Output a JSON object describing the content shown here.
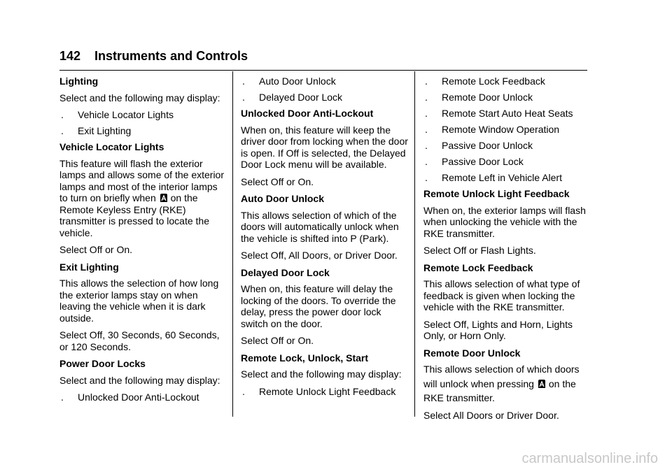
{
  "header": {
    "page_number": "142",
    "title": "Instruments and Controls"
  },
  "col1": {
    "h1": "Lighting",
    "p1": "Select and the following may display:",
    "b1": "Vehicle Locator Lights",
    "b2": "Exit Lighting",
    "h2": "Vehicle Locator Lights",
    "p2a": "This feature will flash the exterior lamps and allows some of the exterior lamps and most of the interior lamps to turn on briefly when",
    "p2b": "on the Remote Keyless Entry (RKE) transmitter is pressed to locate the vehicle.",
    "p3": "Select Off or On.",
    "h3": "Exit Lighting",
    "p4": "This allows the selection of how long the exterior lamps stay on when leaving the vehicle when it is dark outside.",
    "p5": "Select Off, 30 Seconds, 60 Seconds, or 120 Seconds.",
    "h4": "Power Door Locks",
    "p6": "Select and the following may display:",
    "b3": "Unlocked Door Anti-Lockout"
  },
  "col2": {
    "b1": "Auto Door Unlock",
    "b2": "Delayed Door Lock",
    "h1": "Unlocked Door Anti-Lockout",
    "p1": "When on, this feature will keep the driver door from locking when the door is open. If Off is selected, the Delayed Door Lock menu will be available.",
    "p2": "Select Off or On.",
    "h2": "Auto Door Unlock",
    "p3": "This allows selection of which of the doors will automatically unlock when the vehicle is shifted into P (Park).",
    "p4": "Select Off, All Doors, or Driver Door.",
    "h3": "Delayed Door Lock",
    "p5": "When on, this feature will delay the locking of the doors. To override the delay, press the power door lock switch on the door.",
    "p6": "Select Off or On.",
    "h4": "Remote Lock, Unlock, Start",
    "p7": "Select and the following may display:",
    "b3": "Remote Unlock Light Feedback"
  },
  "col3": {
    "b1": "Remote Lock Feedback",
    "b2": "Remote Door Unlock",
    "b3": "Remote Start Auto Heat Seats",
    "b4": "Remote Window Operation",
    "b5": "Passive Door Unlock",
    "b6": "Passive Door Lock",
    "b7": "Remote Left in Vehicle Alert",
    "h1": "Remote Unlock Light Feedback",
    "p1": "When on, the exterior lamps will flash when unlocking the vehicle with the RKE transmitter.",
    "p2": "Select Off or Flash Lights.",
    "h2": "Remote Lock Feedback",
    "p3": "This allows selection of what type of feedback is given when locking the vehicle with the RKE transmitter.",
    "p4": "Select Off, Lights and Horn, Lights Only, or Horn Only.",
    "h3": "Remote Door Unlock",
    "p5": "This allows selection of which doors",
    "p6a": "will unlock when pressing",
    "p6b": "on the",
    "p6c": "RKE transmitter.",
    "p7": "Select All Doors or Driver Door."
  },
  "bullet": ".",
  "icons": {
    "key_fob": "key-fob-icon"
  },
  "watermark": "carmanualsonline.info"
}
